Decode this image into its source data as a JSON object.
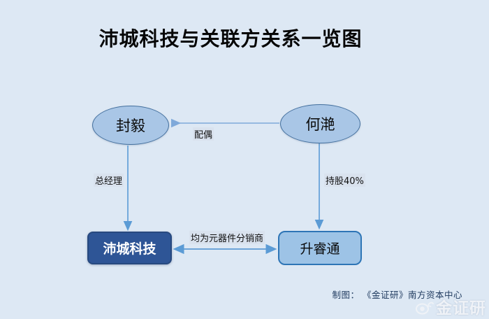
{
  "title": "沛城科技与关联方关系一览图",
  "nodes": {
    "feng_yi": {
      "label": "封毅",
      "shape": "ellipse"
    },
    "he_yan": {
      "label": "何滟",
      "shape": "ellipse"
    },
    "peicheng": {
      "label": "沛城科技",
      "shape": "rounded-box-dark"
    },
    "shengruitong": {
      "label": "升睿通",
      "shape": "rounded-box-light"
    }
  },
  "edges": {
    "spouse": {
      "label": "配偶",
      "from": "he_yan",
      "to": "feng_yi",
      "direction": "one-way"
    },
    "general_manager": {
      "label": "总经理",
      "from": "feng_yi",
      "to": "peicheng",
      "direction": "one-way"
    },
    "shareholding": {
      "label": "持股40%",
      "from": "he_yan",
      "to": "shengruitong",
      "direction": "one-way"
    },
    "distributor": {
      "label": "均为元器件分销商",
      "from": "peicheng",
      "to": "shengruitong",
      "direction": "two-way"
    }
  },
  "credit": "制图： 《金证研》南方资本中心",
  "watermark": {
    "icon": "weibo-icon",
    "text": "金证研"
  },
  "colors": {
    "background": "#dde8f4",
    "ellipse_fill": "#a9c6e6",
    "ellipse_border": "#44709e",
    "dark_box_fill": "#2e5596",
    "light_box_fill": "#9dc3e6",
    "light_box_border": "#2e75b6",
    "connector": "#5b9bd5",
    "connector_light": "#7fa9da",
    "title_color": "#060606",
    "credit_color": "#1f3a5f"
  }
}
